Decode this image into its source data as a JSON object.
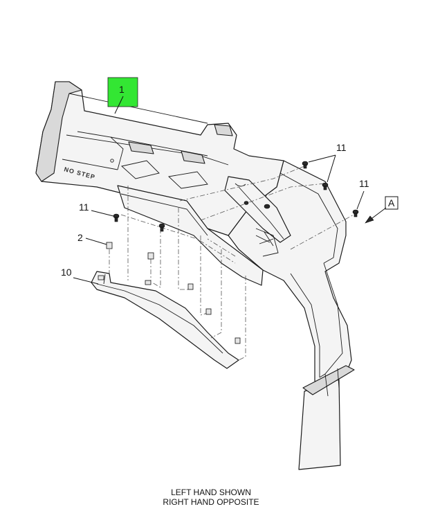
{
  "callouts": {
    "c1": "1",
    "c2": "2",
    "c10": "10",
    "c11_top": "11",
    "c11_right": "11",
    "c11_left": "11"
  },
  "view_marker": "A",
  "panel_stamp": "NO STEP",
  "notes": {
    "line1": "LEFT HAND SHOWN",
    "line2": "RIGHT HAND OPPOSITE"
  },
  "colors": {
    "highlight": "#33e633"
  }
}
